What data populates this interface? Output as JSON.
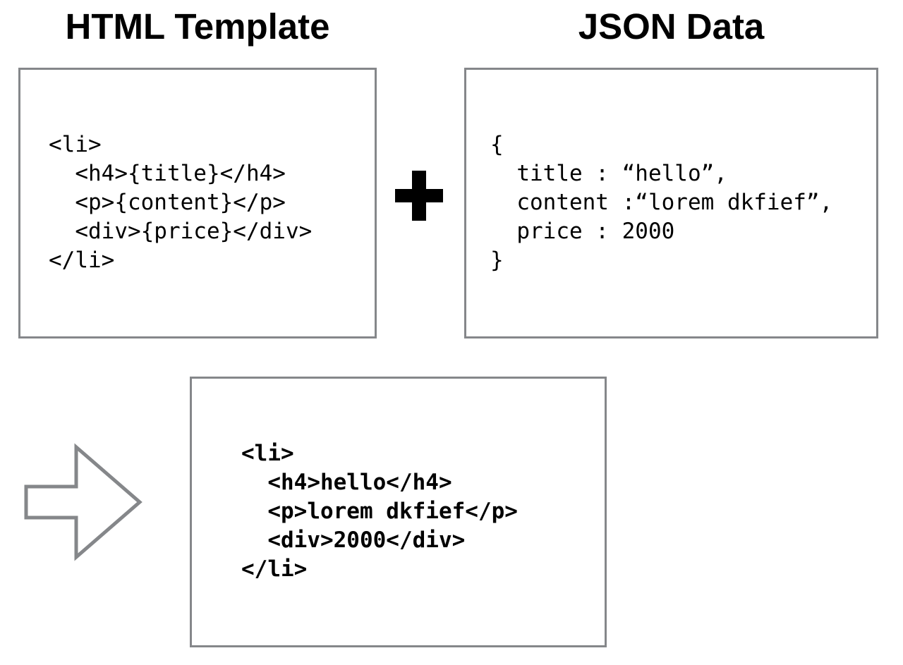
{
  "diagram": {
    "title_html_template": "HTML Template",
    "title_json_data": "JSON Data",
    "operator_symbol": "+",
    "arrow_direction": "right",
    "border_color": "#85878a",
    "text_color": "#000000",
    "background_color": "#ffffff"
  },
  "html_template_panel": {
    "code": "<li>\n  <h4>{title}</h4>\n  <p>{content}</p>\n  <div>{price}</div>\n</li>",
    "lines": [
      "<li>",
      "  <h4>{title}</h4>",
      "  <p>{content}</p>",
      "  <div>{price}</div>",
      "</li>"
    ],
    "placeholders": [
      "{title}",
      "{content}",
      "{price}"
    ]
  },
  "json_data_panel": {
    "code": "{\n  title : “hello”,\n  content :“lorem dkfief”,\n  price : 2000\n}",
    "lines": [
      "{",
      "  title : “hello”,",
      "  content :“lorem dkfief”,",
      "  price : 2000",
      "}"
    ],
    "fields": [
      {
        "key": "title",
        "value": "hello"
      },
      {
        "key": "content",
        "value": "lorem dkfief"
      },
      {
        "key": "price",
        "value": "2000"
      }
    ]
  },
  "output_panel": {
    "code": "<li>\n  <h4>hello</h4>\n  <p>lorem dkfief</p>\n  <div>2000</div>\n</li>",
    "lines": [
      "<li>",
      "  <h4>hello</h4>",
      "  <p>lorem dkfief</p>",
      "  <div>2000</div>",
      "</li>"
    ]
  }
}
